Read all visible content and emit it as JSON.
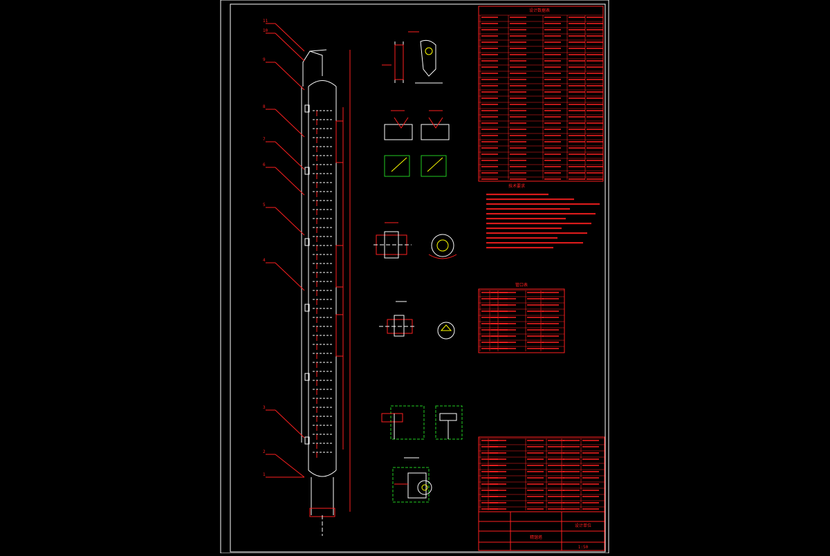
{
  "drawing": {
    "colors": {
      "background": "#000000",
      "frame": "#ffffff",
      "geometry": "#ffffff",
      "annotation": "#ff2020",
      "highlight": "#ffff00",
      "green": "#22cc22",
      "blue": "#3a6cff"
    },
    "tables": {
      "params_title": "设计数据表",
      "notes_title": "技术要求",
      "nozzle_title": "管口表",
      "parts_title": "明细表"
    },
    "title_block": {
      "drawing_name": "精馏塔",
      "company": "设计单位",
      "scale": "1:50"
    },
    "leader_labels": [
      "11",
      "10",
      "9",
      "8",
      "7",
      "6",
      "5",
      "4",
      "3",
      "2",
      "1"
    ]
  }
}
